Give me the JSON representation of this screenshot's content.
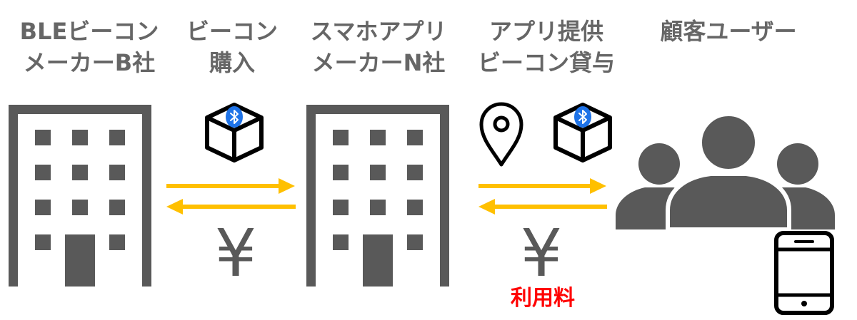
{
  "labels": {
    "ble_maker": {
      "line1": "BLEビーコン",
      "line2": "メーカーB社"
    },
    "purchase": {
      "line1": "ビーコン",
      "line2": "購入"
    },
    "app_maker": {
      "line1": "スマホアプリ",
      "line2": "メーカーN社"
    },
    "provide": {
      "line1": "アプリ提供",
      "line2": "ビーコン貸与"
    },
    "customer": {
      "line1": "顧客ユーザー"
    }
  },
  "yen_symbol": "¥",
  "usage_fee": "利用料",
  "colors": {
    "text": "#666666",
    "building": "#595959",
    "arrow": "#FFC000",
    "bluetooth_badge": "#1E73E8",
    "fee": "#FF0000"
  },
  "icons": [
    "building-icon",
    "beacon-box-icon",
    "bluetooth-icon",
    "location-pin-icon",
    "users-group-icon",
    "smartphone-icon",
    "arrow-right-icon",
    "arrow-left-icon"
  ]
}
